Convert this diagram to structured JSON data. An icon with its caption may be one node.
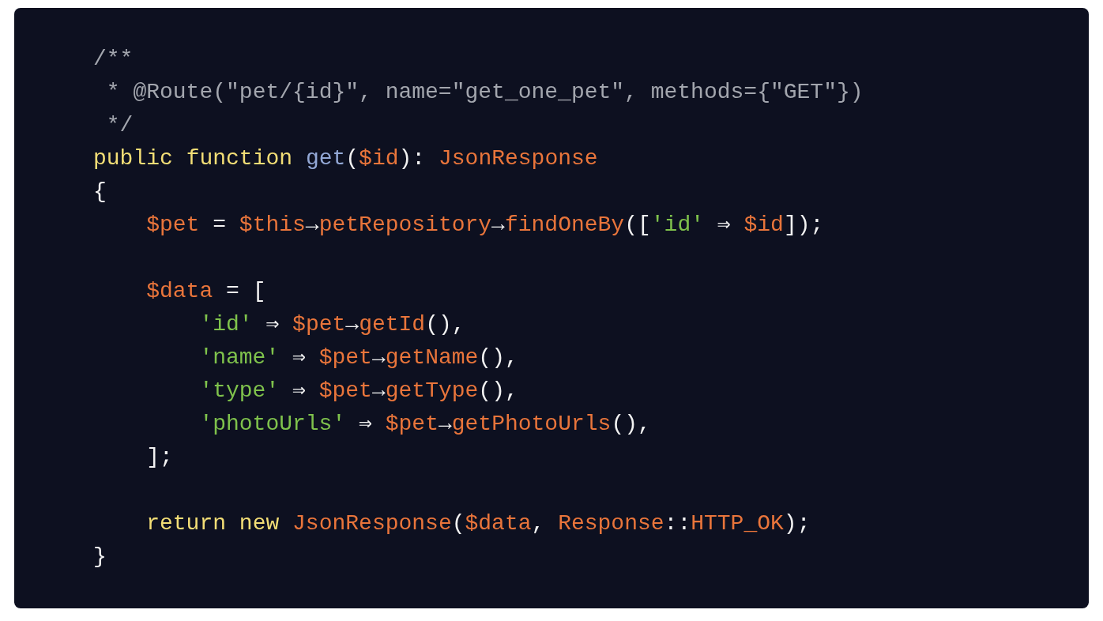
{
  "diagram": {
    "labels": [
      "/**",
      "* @Route(\"pet/{id}\", name=\"get_one_pet\", methods={\"GET\"})",
      "*/",
      "public function get($id): JsonResponse",
      "{",
      "$pet = $this→petRepository→findOneBy(['id' ⇒ $id]);",
      "$data = [",
      "'id' ⇒ $pet→getId(),",
      "'name' ⇒ $pet→getName(),",
      "'type' ⇒ $pet→getType(),",
      "'photoUrls' ⇒ $pet→getPhotoUrls(),",
      "];",
      "return new JsonResponse($data, Response::HTTP_OK);",
      "}"
    ]
  }
}
